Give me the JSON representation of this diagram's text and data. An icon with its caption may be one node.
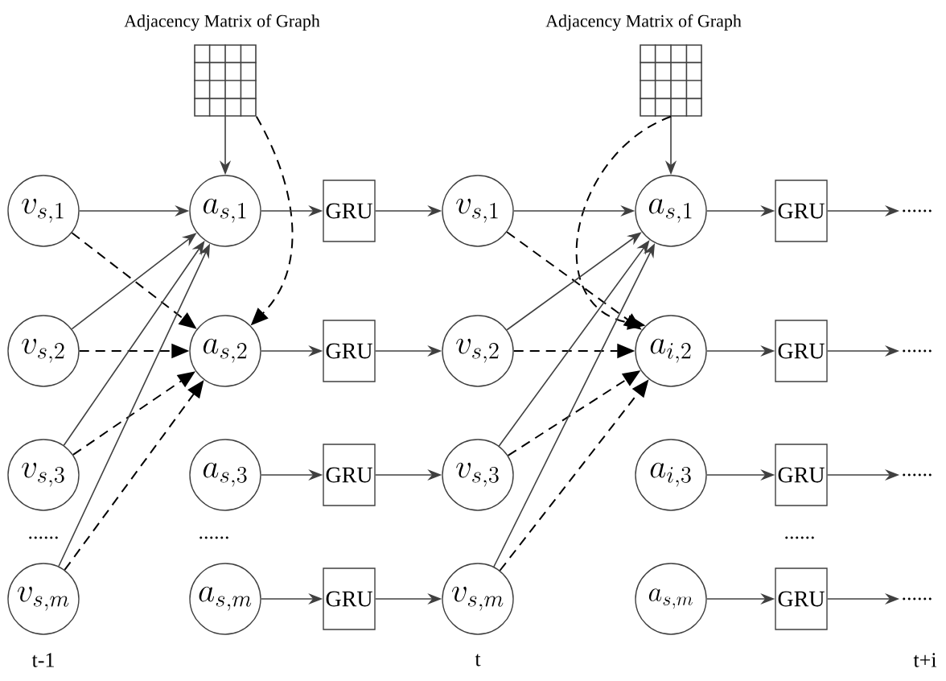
{
  "diagram": {
    "nodes": [
      {
        "text": [],
        "shape": "box",
        "beside": [
          "Adjacency Matrix of Graph"
        ]
      },
      {
        "text": [],
        "shape": "box",
        "beside": [
          "Adjacency Matrix of Graph"
        ]
      },
      {
        "text": [
          "v_{s,1}"
        ]
      },
      {
        "text": [
          "a_{s,1}"
        ]
      },
      {
        "text": [
          "GRU"
        ]
      },
      {
        "text": [
          "v_{s,1}"
        ]
      },
      {
        "text": [
          "a_{s,1}"
        ]
      },
      {
        "text": [
          "GRU"
        ]
      },
      {
        "text": [
          "v_{s,2}"
        ]
      },
      {
        "text": [
          "a_{s,2}"
        ]
      },
      {
        "text": [
          "GRU"
        ]
      },
      {
        "text": [
          "v_{s,2}"
        ]
      },
      {
        "text": [
          "a_{i,2}"
        ]
      },
      {
        "text": [
          "GRU"
        ]
      },
      {
        "text": [
          "v_{s,3}"
        ]
      },
      {
        "text": [
          "a_{s,3}"
        ]
      },
      {
        "text": [
          "GRU"
        ]
      },
      {
        "text": [
          "v_{s,3}"
        ]
      },
      {
        "text": [
          "a_{i,3}"
        ]
      },
      {
        "text": [
          "GRU"
        ]
      },
      {
        "text": [
          "v_{s,m}"
        ]
      },
      {
        "text": [
          "a_{s,m}"
        ]
      },
      {
        "text": [
          "GRU"
        ]
      },
      {
        "text": [
          "v_{s,m}"
        ]
      },
      {
        "text": [
          "a_{s,m}"
        ]
      },
      {
        "text": [
          "GRU"
        ]
      },
      {
        "text": [
          "......"
        ]
      },
      {
        "text": [
          "......"
        ]
      },
      {
        "text": [
          "......"
        ]
      },
      {
        "text": [
          "......"
        ]
      }
    ],
    "edges": [
      {
        "from": 0,
        "to": 3,
        "arrow": "to"
      },
      {
        "from": 0,
        "to": 9,
        "arrow": "to",
        "style": "dashed"
      },
      {
        "from": 2,
        "to": 3,
        "arrow": "to"
      },
      {
        "from": 2,
        "to": 9,
        "arrow": "to",
        "style": "dashed"
      },
      {
        "from": 8,
        "to": 3,
        "arrow": "to"
      },
      {
        "from": 8,
        "to": 9,
        "arrow": "to",
        "style": "dashed"
      },
      {
        "from": 14,
        "to": 3,
        "arrow": "to"
      },
      {
        "from": 14,
        "to": 9,
        "arrow": "to",
        "style": "dashed"
      },
      {
        "from": 20,
        "to": 3,
        "arrow": "to"
      },
      {
        "from": 20,
        "to": 9,
        "arrow": "to",
        "style": "dashed"
      },
      {
        "from": 3,
        "to": 4,
        "arrow": "to"
      },
      {
        "from": 4,
        "to": 5,
        "arrow": "to"
      },
      {
        "from": 9,
        "to": 10,
        "arrow": "to"
      },
      {
        "from": 10,
        "to": 11,
        "arrow": "to"
      },
      {
        "from": 15,
        "to": 16,
        "arrow": "to"
      },
      {
        "from": 16,
        "to": 17,
        "arrow": "to"
      },
      {
        "from": 21,
        "to": 22,
        "arrow": "to"
      },
      {
        "from": 22,
        "to": 23,
        "arrow": "to"
      },
      {
        "from": 1,
        "to": 6,
        "arrow": "to"
      },
      {
        "from": 1,
        "to": 12,
        "arrow": "to",
        "style": "dashed"
      },
      {
        "from": 5,
        "to": 6,
        "arrow": "to"
      },
      {
        "from": 5,
        "to": 12,
        "arrow": "to",
        "style": "dashed"
      },
      {
        "from": 11,
        "to": 6,
        "arrow": "to"
      },
      {
        "from": 11,
        "to": 12,
        "arrow": "to",
        "style": "dashed"
      },
      {
        "from": 17,
        "to": 6,
        "arrow": "to"
      },
      {
        "from": 17,
        "to": 12,
        "arrow": "to",
        "style": "dashed"
      },
      {
        "from": 23,
        "to": 6,
        "arrow": "to"
      },
      {
        "from": 23,
        "to": 12,
        "arrow": "to",
        "style": "dashed"
      },
      {
        "from": 6,
        "to": 7,
        "arrow": "to"
      },
      {
        "from": 7,
        "to": 26,
        "arrow": "to"
      },
      {
        "from": 12,
        "to": 13,
        "arrow": "to"
      },
      {
        "from": 13,
        "to": 27,
        "arrow": "to"
      },
      {
        "from": 18,
        "to": 19,
        "arrow": "to"
      },
      {
        "from": 19,
        "to": 28,
        "arrow": "to"
      },
      {
        "from": 24,
        "to": 25,
        "arrow": "to"
      },
      {
        "from": 25,
        "to": 29,
        "arrow": "to"
      }
    ],
    "labels": [
      "......",
      "......",
      "......",
      "t-1",
      "t",
      "t+i"
    ]
  }
}
